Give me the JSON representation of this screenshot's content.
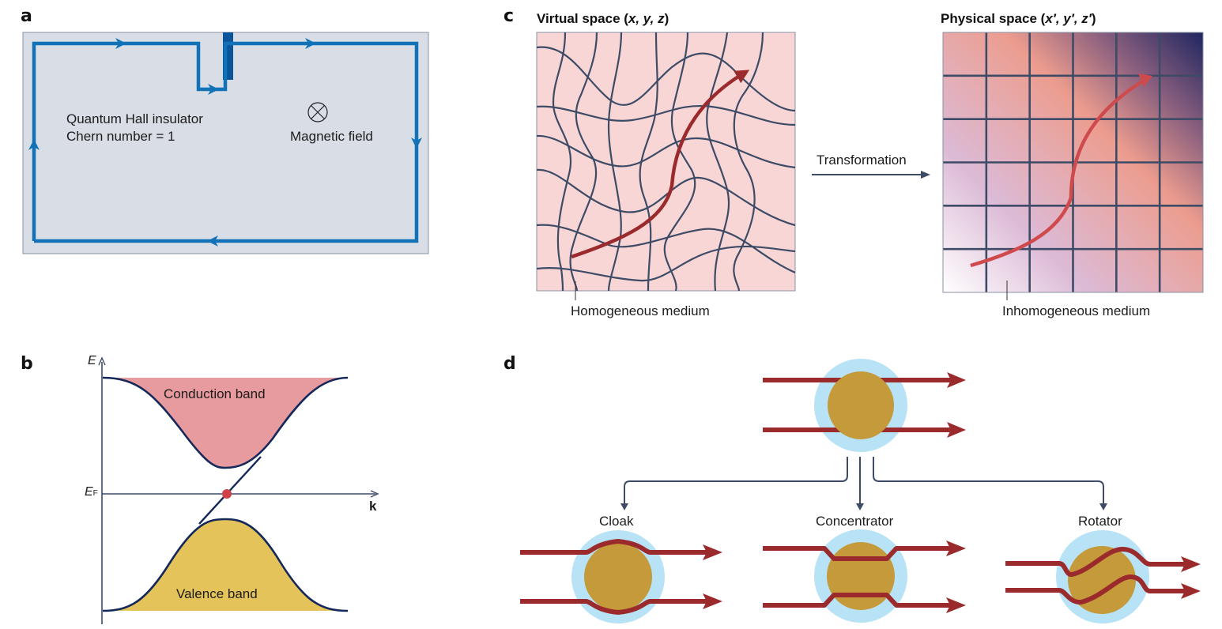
{
  "figure": {
    "panels": {
      "a": {
        "letter": "a",
        "label_line1": "Quantum Hall insulator",
        "label_line2": "Chern number = 1",
        "field_symbol": "⊗",
        "field_label": "Magnetic field",
        "colors": {
          "background": "#d8dde6",
          "edge_current": "#1172b8",
          "probe": "#0a559a"
        }
      },
      "b": {
        "letter": "b",
        "y_axis_label": "E",
        "fermi_label": "E",
        "fermi_subscript": "F",
        "x_axis_label": "k",
        "conduction_label": "Conduction band",
        "valence_label": "Valence band",
        "colors": {
          "conduction": "#e89b9e",
          "valence": "#e4c35a",
          "curve": "#14285a",
          "dirac_point": "#d0434a"
        }
      },
      "c": {
        "letter": "c",
        "virtual_title": "Virtual space (x, y, z)",
        "virtual_title_plain": "Virtual space (",
        "virtual_coords": "x, y, z",
        "physical_title_plain": "Physical space (",
        "physical_coords": "x′, y′, z′",
        "transformation_label": "Transformation",
        "homogeneous_label": "Homogeneous medium",
        "inhomogeneous_label": "Inhomogeneous medium",
        "grid_cells": 6,
        "colors": {
          "virtual_bg": "#f9d6d6",
          "grid": "#3d4b66",
          "ray_virtual": "#9b2a2c",
          "ray_physical": "#cf4a4c"
        }
      },
      "d": {
        "letter": "d",
        "devices": [
          "Cloak",
          "Concentrator",
          "Rotator"
        ],
        "colors": {
          "shell": "#b8e2f5",
          "core": "#c49a3a",
          "ray": "#9b2a2c",
          "connector": "#3d4b66"
        }
      }
    }
  }
}
